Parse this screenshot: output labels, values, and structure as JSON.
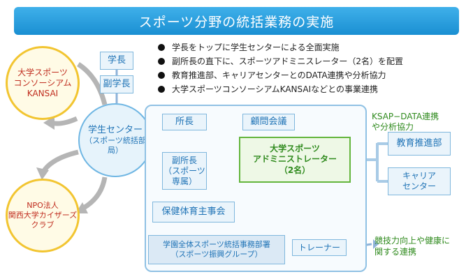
{
  "title": "スポーツ分野の統括業務の実施",
  "bullets": [
    "学長をトップに学生センターによる全面実施",
    "副所長の直下に、スポーツアドミニスレーター（2名）を配置",
    "教育推進部、キャリアセンターとのDATA連携や分析協力",
    "大学スポーツコンソーシアムKANSAIなどとの事業連携"
  ],
  "left": {
    "ysa": [
      "大学スポーツ",
      "コンソーシアム",
      "KANSAI"
    ],
    "npo": [
      "NPO法人",
      "関西大学カイザーズ",
      "クラブ"
    ],
    "gakucho": "学長",
    "fukugakucho": "副学長",
    "center": [
      "学生センター",
      "（スポーツ統括部局）"
    ]
  },
  "org": {
    "shocho": "所長",
    "komon": "顧問会議",
    "fukushocho": [
      "副所長",
      "（スポーツ",
      "専属）"
    ],
    "hoken": "保健体育主事会",
    "gakuen": [
      "学園全体スポーツ統括事務部署",
      "（スポーツ振興グループ）"
    ],
    "trainer": "トレーナー",
    "admin": [
      "大学スポーツ",
      "アドミニストレーター",
      "（2名）"
    ]
  },
  "right": {
    "ksap": [
      "KSAP−DATA連携",
      "や分析協力"
    ],
    "kyouiku": "教育推進部",
    "career": [
      "キャリア",
      "センター"
    ],
    "kyogi": [
      "競技力向上や健康に",
      "関する連携"
    ]
  },
  "colors": {
    "banner": "#1a8fd2",
    "box_border": "#7fb7dd",
    "text_blue": "#1f73b6",
    "green": "#2f8a1d",
    "red": "#c02d1f",
    "yellow": "#f2c531",
    "arrow_gray": "#b5b5b5",
    "connector": "#8fb3d9"
  }
}
